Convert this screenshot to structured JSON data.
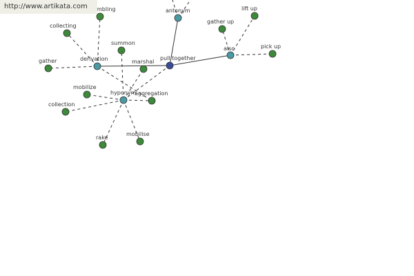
{
  "watermark": "http://www.artikata.com",
  "colors": {
    "center_node": "#3a4c9a",
    "hub_node": "#4a9aa4",
    "leaf_node": "#3d8a3a",
    "node_stroke": "#333333",
    "edge": "#333333",
    "label": "#333333"
  },
  "nodes": [
    {
      "id": "pull-together",
      "label": "pull together",
      "kind": "center"
    },
    {
      "id": "antonym",
      "label": "antonym",
      "kind": "hub"
    },
    {
      "id": "also",
      "label": "also",
      "kind": "hub"
    },
    {
      "id": "derivation",
      "label": "derivation",
      "kind": "hub"
    },
    {
      "id": "hyponym",
      "label": "hyponym",
      "kind": "hub"
    },
    {
      "id": "lift-up",
      "label": "lift up",
      "kind": "leaf"
    },
    {
      "id": "gather-up",
      "label": "gather up",
      "kind": "leaf"
    },
    {
      "id": "pick-up",
      "label": "pick up",
      "kind": "leaf"
    },
    {
      "id": "assembling",
      "label": "mbling",
      "kind": "leaf"
    },
    {
      "id": "collecting",
      "label": "collecting",
      "kind": "leaf"
    },
    {
      "id": "gather",
      "label": "gather",
      "kind": "leaf"
    },
    {
      "id": "marshal",
      "label": "marshal",
      "kind": "leaf"
    },
    {
      "id": "summon",
      "label": "summon",
      "kind": "leaf"
    },
    {
      "id": "mobilize",
      "label": "mobilize",
      "kind": "leaf"
    },
    {
      "id": "collection",
      "label": "collection",
      "kind": "leaf"
    },
    {
      "id": "aggregation",
      "label": "aggregation",
      "kind": "leaf"
    },
    {
      "id": "rake",
      "label": "rake",
      "kind": "leaf"
    },
    {
      "id": "mobilise",
      "label": "mobilise",
      "kind": "leaf"
    }
  ],
  "edges": [
    {
      "from": "pull-together",
      "to": "antonym",
      "style": "solid"
    },
    {
      "from": "pull-together",
      "to": "also",
      "style": "solid"
    },
    {
      "from": "pull-together",
      "to": "derivation",
      "style": "solid"
    },
    {
      "from": "pull-together",
      "to": "hyponym",
      "style": "dashed"
    },
    {
      "from": "also",
      "to": "lift-up",
      "style": "dashed"
    },
    {
      "from": "also",
      "to": "gather-up",
      "style": "dashed"
    },
    {
      "from": "also",
      "to": "pick-up",
      "style": "dashed"
    },
    {
      "from": "derivation",
      "to": "assembling",
      "style": "dashed"
    },
    {
      "from": "derivation",
      "to": "collecting",
      "style": "dashed"
    },
    {
      "from": "derivation",
      "to": "gather",
      "style": "dashed"
    },
    {
      "from": "derivation",
      "to": "aggregation",
      "style": "dashed"
    },
    {
      "from": "hyponym",
      "to": "marshal",
      "style": "dashed"
    },
    {
      "from": "hyponym",
      "to": "summon",
      "style": "dashed"
    },
    {
      "from": "hyponym",
      "to": "mobilize",
      "style": "dashed"
    },
    {
      "from": "hyponym",
      "to": "collection",
      "style": "dashed"
    },
    {
      "from": "hyponym",
      "to": "rake",
      "style": "dashed"
    },
    {
      "from": "hyponym",
      "to": "mobilise",
      "style": "dashed"
    },
    {
      "from": "hyponym",
      "to": "aggregation",
      "style": "dashed"
    }
  ]
}
